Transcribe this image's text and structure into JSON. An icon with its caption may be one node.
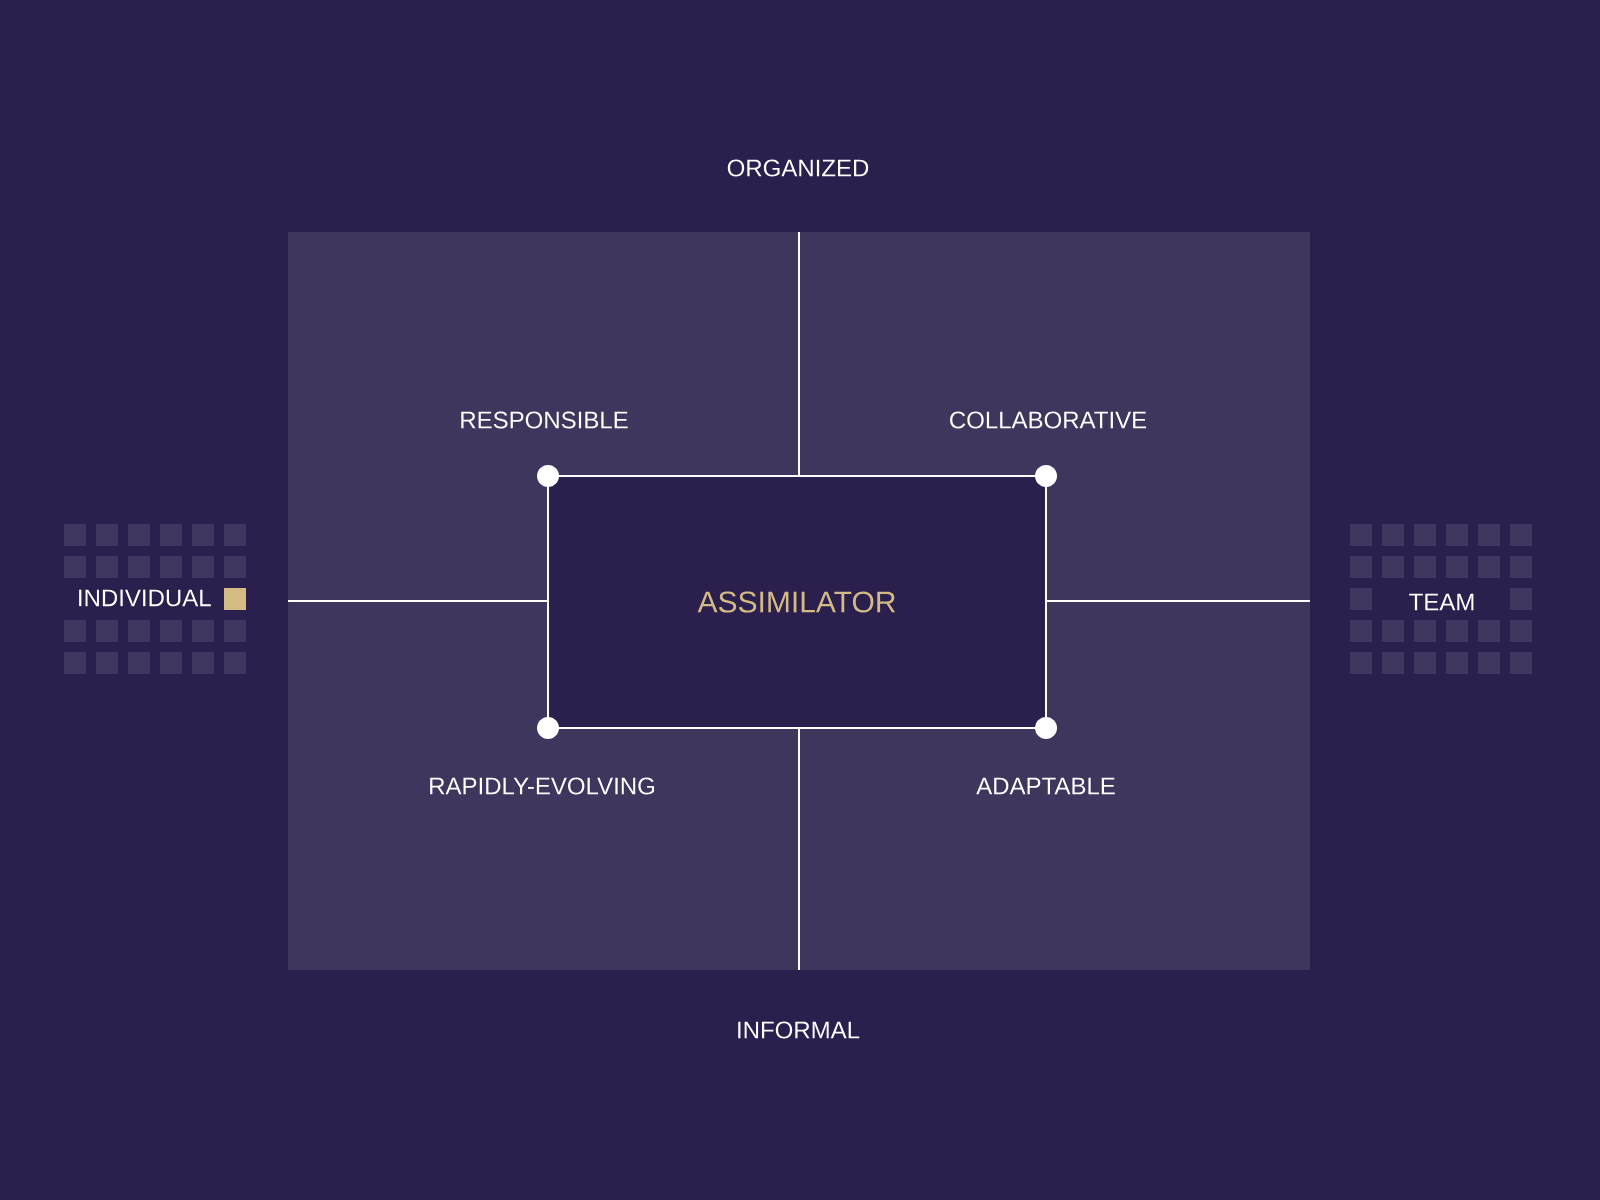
{
  "diagram": {
    "nodes": [
      {
        "text": [],
        "shape": "box"
      },
      {
        "text": [
          "ASSIMILATOR"
        ],
        "in": 0
      }
    ],
    "labels": [
      "ORGANIZED",
      "RESPONSIBLE",
      "COLLABORATIVE",
      "INDIVIDUAL",
      "TEAM",
      "RAPIDLY-EVOLVING",
      "ADAPTABLE",
      "INFORMAL"
    ]
  }
}
